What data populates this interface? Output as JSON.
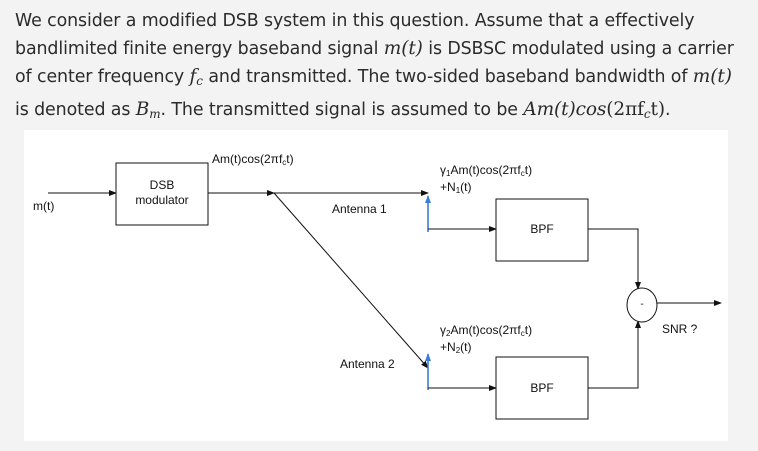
{
  "question": {
    "p1": "We consider a modified DSB system in this question. Assume that a effectively bandlimited finite energy baseband signal ",
    "m_t": "m(t)",
    "p2": " is DSBSC modulated using a carrier of center frequency ",
    "fc_f": "f",
    "fc_sub": "c",
    "p3": " and transmitted. The two-sided baseband bandwidth of ",
    "p4": " is denoted as ",
    "bm_b": "B",
    "bm_sub": "m",
    "p5": ". The transmitted signal is assumed to be ",
    "tx_signal_a": "Am(t)",
    "tx_signal_cos": "cos",
    "tx_signal_b": "(2πf",
    "tx_signal_sub": "c",
    "tx_signal_c": "t)",
    "p6": "."
  },
  "diagram": {
    "input_label": "m(t)",
    "modulator_line1": "DSB",
    "modulator_line2": "modulator",
    "tx_label_a": "Am(t)cos(2πf",
    "tx_label_sub": "c",
    "tx_label_b": "t)",
    "antenna1": "Antenna 1",
    "antenna2": "Antenna 2",
    "rx1_gamma": "γ",
    "rx1_gamma_sub": "1",
    "rx1_a": "Am(t)cos(2πf",
    "rx1_sub": "c",
    "rx1_b": "t)",
    "rx1_noise_a": "+N",
    "rx1_noise_sub": "1",
    "rx1_noise_b": "(t)",
    "rx2_gamma": "γ",
    "rx2_gamma_sub": "2",
    "rx2_a": "Am(t)cos(2πf",
    "rx2_sub": "c",
    "rx2_b": "t)",
    "rx2_noise_a": "+N",
    "rx2_noise_sub": "2",
    "rx2_noise_b": "(t)",
    "bpf1": "BPF",
    "bpf2": "BPF",
    "combiner_symbol": "-",
    "output_label": "SNR ?",
    "colors": {
      "antenna": "#3a7fd5",
      "line": "#111111"
    }
  }
}
